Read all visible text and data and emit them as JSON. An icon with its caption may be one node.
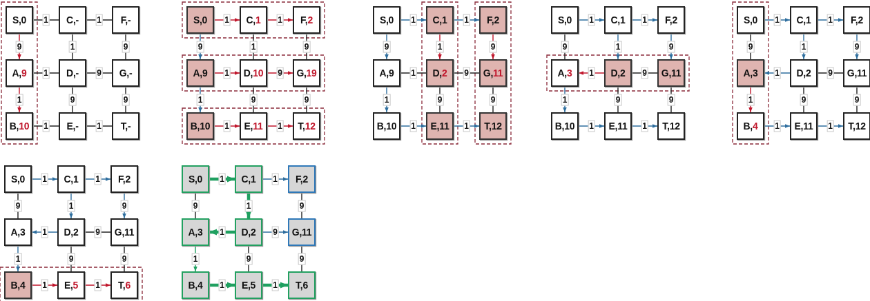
{
  "diagram": {
    "nodes": [
      {
        "text": [
          "S,0"
        ]
      },
      {
        "text": [
          "C,-"
        ]
      },
      {
        "text": [
          "F,-"
        ]
      },
      {
        "text": [
          "A,9"
        ]
      },
      {
        "text": [
          "D,-"
        ]
      },
      {
        "text": [
          "G,-"
        ]
      },
      {
        "text": [
          "B,10"
        ]
      },
      {
        "text": [
          "E,-"
        ]
      },
      {
        "text": [
          "T,-"
        ]
      },
      {
        "text": [
          "S,0"
        ]
      },
      {
        "text": [
          "C,1"
        ]
      },
      {
        "text": [
          "F,2"
        ]
      },
      {
        "text": [
          "A,9"
        ]
      },
      {
        "text": [
          "D,10"
        ]
      },
      {
        "text": [
          "G,19"
        ]
      },
      {
        "text": [
          "B,10"
        ]
      },
      {
        "text": [
          "E,11"
        ]
      },
      {
        "text": [
          "T,12"
        ]
      },
      {
        "text": [
          "S,0"
        ]
      },
      {
        "text": [
          "C,1"
        ]
      },
      {
        "text": [
          "F,2"
        ]
      },
      {
        "text": [
          "A,9"
        ]
      },
      {
        "text": [
          "D,2"
        ]
      },
      {
        "text": [
          "G,11"
        ]
      },
      {
        "text": [
          "B,10"
        ]
      },
      {
        "text": [
          "E,11"
        ]
      },
      {
        "text": [
          "T,12"
        ]
      },
      {
        "text": [
          "S,0"
        ]
      },
      {
        "text": [
          "C,1"
        ]
      },
      {
        "text": [
          "F,2"
        ]
      },
      {
        "text": [
          "A,3"
        ]
      },
      {
        "text": [
          "D,2"
        ]
      },
      {
        "text": [
          "G,11"
        ]
      },
      {
        "text": [
          "B,10"
        ]
      },
      {
        "text": [
          "E,11"
        ]
      },
      {
        "text": [
          "T,12"
        ]
      },
      {
        "text": [
          "S,0"
        ]
      },
      {
        "text": [
          "C,1"
        ]
      },
      {
        "text": [
          "F,2"
        ]
      },
      {
        "text": [
          "A,3"
        ]
      },
      {
        "text": [
          "D,2"
        ]
      },
      {
        "text": [
          "G,11"
        ]
      },
      {
        "text": [
          "B,4"
        ]
      },
      {
        "text": [
          "E,11"
        ]
      },
      {
        "text": [
          "T,12"
        ]
      },
      {
        "text": [
          "S,0"
        ]
      },
      {
        "text": [
          "C,1"
        ]
      },
      {
        "text": [
          "F,2"
        ]
      },
      {
        "text": [
          "A,3"
        ]
      },
      {
        "text": [
          "D,2"
        ]
      },
      {
        "text": [
          "G,11"
        ]
      },
      {
        "text": [
          "B,4"
        ]
      },
      {
        "text": [
          "E,5"
        ]
      },
      {
        "text": [
          "T,6"
        ]
      },
      {
        "text": [
          "S,0"
        ]
      },
      {
        "text": [
          "C,1"
        ]
      },
      {
        "text": [
          "F,2"
        ]
      },
      {
        "text": [
          "A,3"
        ]
      },
      {
        "text": [
          "D,2"
        ]
      },
      {
        "text": [
          "G,11"
        ]
      },
      {
        "text": [
          "B,4"
        ]
      },
      {
        "text": [
          "E,5"
        ]
      },
      {
        "text": [
          "T,6"
        ]
      }
    ],
    "edges": [
      {
        "from": 0,
        "to": 1,
        "arrow": "none",
        "label": "1"
      },
      {
        "from": 1,
        "to": 2,
        "arrow": "none",
        "label": "1"
      },
      {
        "from": 3,
        "to": 4,
        "arrow": "none",
        "label": "1"
      },
      {
        "from": 4,
        "to": 5,
        "arrow": "none",
        "label": "9"
      },
      {
        "from": 6,
        "to": 7,
        "arrow": "none",
        "label": "1"
      },
      {
        "from": 7,
        "to": 8,
        "arrow": "none",
        "label": "1"
      },
      {
        "from": 0,
        "to": 3,
        "arrow": "to",
        "label": "9",
        "color": "#c0172c"
      },
      {
        "from": 1,
        "to": 4,
        "arrow": "none",
        "label": "1"
      },
      {
        "from": 2,
        "to": 5,
        "arrow": "none",
        "label": "9"
      },
      {
        "from": 3,
        "to": 6,
        "arrow": "to",
        "label": "1",
        "color": "#c0172c"
      },
      {
        "from": 4,
        "to": 7,
        "arrow": "none",
        "label": "9"
      },
      {
        "from": 5,
        "to": 8,
        "arrow": "none",
        "label": "9"
      },
      {
        "from": 9,
        "to": 10,
        "arrow": "to",
        "label": "1",
        "color": "#c0172c"
      },
      {
        "from": 10,
        "to": 11,
        "arrow": "to",
        "label": "1",
        "color": "#c0172c"
      },
      {
        "from": 12,
        "to": 13,
        "arrow": "to",
        "label": "1",
        "color": "#c0172c"
      },
      {
        "from": 13,
        "to": 14,
        "arrow": "to",
        "label": "9",
        "color": "#c0172c"
      },
      {
        "from": 15,
        "to": 16,
        "arrow": "to",
        "label": "1",
        "color": "#c0172c"
      },
      {
        "from": 16,
        "to": 17,
        "arrow": "to",
        "label": "1",
        "color": "#c0172c"
      },
      {
        "from": 9,
        "to": 12,
        "arrow": "to",
        "label": "9",
        "color": "#2e6e9e"
      },
      {
        "from": 10,
        "to": 13,
        "arrow": "none",
        "label": "1"
      },
      {
        "from": 11,
        "to": 14,
        "arrow": "none",
        "label": "9"
      },
      {
        "from": 12,
        "to": 15,
        "arrow": "to",
        "label": "1",
        "color": "#2e6e9e"
      },
      {
        "from": 13,
        "to": 16,
        "arrow": "none",
        "label": "9"
      },
      {
        "from": 14,
        "to": 17,
        "arrow": "none",
        "label": "9"
      },
      {
        "from": 18,
        "to": 19,
        "arrow": "to",
        "label": "1",
        "color": "#2e6e9e"
      },
      {
        "from": 19,
        "to": 20,
        "arrow": "to",
        "label": "1",
        "color": "#2e6e9e"
      },
      {
        "from": 21,
        "to": 22,
        "arrow": "none",
        "label": "1"
      },
      {
        "from": 22,
        "to": 23,
        "arrow": "none",
        "label": "9"
      },
      {
        "from": 24,
        "to": 25,
        "arrow": "to",
        "label": "1",
        "color": "#2e6e9e"
      },
      {
        "from": 25,
        "to": 26,
        "arrow": "to",
        "label": "1",
        "color": "#2e6e9e"
      },
      {
        "from": 18,
        "to": 21,
        "arrow": "to",
        "label": "9",
        "color": "#2e6e9e"
      },
      {
        "from": 19,
        "to": 22,
        "arrow": "to",
        "label": "1",
        "color": "#c0172c"
      },
      {
        "from": 20,
        "to": 23,
        "arrow": "to",
        "label": "9",
        "color": "#c0172c"
      },
      {
        "from": 21,
        "to": 24,
        "arrow": "to",
        "label": "1",
        "color": "#2e6e9e"
      },
      {
        "from": 22,
        "to": 25,
        "arrow": "none",
        "label": "9"
      },
      {
        "from": 23,
        "to": 26,
        "arrow": "none",
        "label": "9"
      },
      {
        "from": 27,
        "to": 28,
        "arrow": "to",
        "label": "1",
        "color": "#2e6e9e"
      },
      {
        "from": 28,
        "to": 29,
        "arrow": "to",
        "label": "1",
        "color": "#2e6e9e"
      },
      {
        "from": 31,
        "to": 30,
        "arrow": "to",
        "label": "1",
        "color": "#c0172c"
      },
      {
        "from": 31,
        "to": 32,
        "arrow": "none",
        "label": "9"
      },
      {
        "from": 33,
        "to": 34,
        "arrow": "to",
        "label": "1",
        "color": "#2e6e9e"
      },
      {
        "from": 34,
        "to": 35,
        "arrow": "to",
        "label": "1",
        "color": "#2e6e9e"
      },
      {
        "from": 27,
        "to": 30,
        "arrow": "none",
        "label": "9"
      },
      {
        "from": 28,
        "to": 31,
        "arrow": "to",
        "label": "1",
        "color": "#2e6e9e"
      },
      {
        "from": 29,
        "to": 32,
        "arrow": "to",
        "label": "9",
        "color": "#2e6e9e"
      },
      {
        "from": 30,
        "to": 33,
        "arrow": "to",
        "label": "1",
        "color": "#2e6e9e"
      },
      {
        "from": 31,
        "to": 34,
        "arrow": "none",
        "label": "9"
      },
      {
        "from": 32,
        "to": 35,
        "arrow": "none",
        "label": "9"
      },
      {
        "from": 36,
        "to": 37,
        "arrow": "to",
        "label": "1",
        "color": "#2e6e9e"
      },
      {
        "from": 37,
        "to": 38,
        "arrow": "to",
        "label": "1",
        "color": "#2e6e9e"
      },
      {
        "from": 40,
        "to": 39,
        "arrow": "to",
        "label": "1",
        "color": "#2e6e9e"
      },
      {
        "from": 40,
        "to": 41,
        "arrow": "none",
        "label": "9"
      },
      {
        "from": 42,
        "to": 43,
        "arrow": "to",
        "label": "1",
        "color": "#2e6e9e"
      },
      {
        "from": 43,
        "to": 44,
        "arrow": "to",
        "label": "1",
        "color": "#2e6e9e"
      },
      {
        "from": 36,
        "to": 39,
        "arrow": "none",
        "label": "9"
      },
      {
        "from": 37,
        "to": 40,
        "arrow": "to",
        "label": "1",
        "color": "#2e6e9e"
      },
      {
        "from": 38,
        "to": 41,
        "arrow": "to",
        "label": "9",
        "color": "#2e6e9e"
      },
      {
        "from": 39,
        "to": 42,
        "arrow": "to",
        "label": "1",
        "color": "#c0172c"
      },
      {
        "from": 40,
        "to": 43,
        "arrow": "none",
        "label": "9"
      },
      {
        "from": 41,
        "to": 44,
        "arrow": "none",
        "label": "9"
      },
      {
        "from": 45,
        "to": 46,
        "arrow": "to",
        "label": "1",
        "color": "#2e6e9e"
      },
      {
        "from": 46,
        "to": 47,
        "arrow": "to",
        "label": "1",
        "color": "#2e6e9e"
      },
      {
        "from": 49,
        "to": 48,
        "arrow": "to",
        "label": "1",
        "color": "#2e6e9e"
      },
      {
        "from": 49,
        "to": 50,
        "arrow": "none",
        "label": "9"
      },
      {
        "from": 51,
        "to": 52,
        "arrow": "to",
        "label": "1",
        "color": "#c0172c"
      },
      {
        "from": 52,
        "to": 53,
        "arrow": "to",
        "label": "1",
        "color": "#c0172c"
      },
      {
        "from": 45,
        "to": 48,
        "arrow": "none",
        "label": "9"
      },
      {
        "from": 46,
        "to": 49,
        "arrow": "to",
        "label": "1",
        "color": "#2e6e9e"
      },
      {
        "from": 47,
        "to": 50,
        "arrow": "to",
        "label": "9",
        "color": "#2e6e9e"
      },
      {
        "from": 48,
        "to": 51,
        "arrow": "to",
        "label": "1",
        "color": "#2e6e9e"
      },
      {
        "from": 49,
        "to": 52,
        "arrow": "none",
        "label": "9"
      },
      {
        "from": 50,
        "to": 53,
        "arrow": "none",
        "label": "9"
      },
      {
        "from": 54,
        "to": 55,
        "arrow": "to",
        "label": "1",
        "style": "thick",
        "color": "#1fa060"
      },
      {
        "from": 55,
        "to": 56,
        "arrow": "to",
        "label": "1",
        "color": "#2e6e9e"
      },
      {
        "from": 58,
        "to": 57,
        "arrow": "to",
        "label": "1",
        "style": "thick",
        "color": "#1fa060"
      },
      {
        "from": 58,
        "to": 59,
        "arrow": "to",
        "label": "9",
        "color": "#2e6e9e"
      },
      {
        "from": 60,
        "to": 61,
        "arrow": "to",
        "label": "1",
        "style": "thick",
        "color": "#1fa060"
      },
      {
        "from": 61,
        "to": 62,
        "arrow": "to",
        "label": "1",
        "style": "thick",
        "color": "#1fa060"
      },
      {
        "from": 54,
        "to": 57,
        "arrow": "none",
        "label": "9"
      },
      {
        "from": 55,
        "to": 58,
        "arrow": "to",
        "label": "1",
        "style": "thick",
        "color": "#1fa060"
      },
      {
        "from": 56,
        "to": 59,
        "arrow": "none",
        "label": "9"
      },
      {
        "from": 57,
        "to": 60,
        "arrow": "to",
        "label": "1",
        "color": "#1fa060"
      },
      {
        "from": 58,
        "to": 61,
        "arrow": "none",
        "label": "9"
      },
      {
        "from": 59,
        "to": 62,
        "arrow": "none",
        "label": "9"
      }
    ]
  }
}
